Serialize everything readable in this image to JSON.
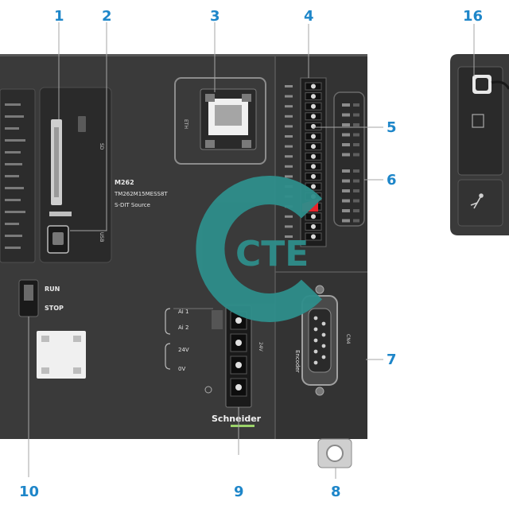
{
  "callouts": [
    "1",
    "2",
    "3",
    "4",
    "5",
    "6",
    "7",
    "8",
    "9",
    "10",
    "16"
  ],
  "device": {
    "model": "M262",
    "part_numbers": "TM262M15MESS8T",
    "io_type": "S-DIT Source",
    "run_label": "RUN",
    "stop_label": "STOP",
    "power_terminals": [
      "Ai 1",
      "Ai 2",
      "24V",
      "0V"
    ],
    "encoder_label": "Encoder",
    "brand": "Schneider"
  },
  "watermark": "CTE",
  "colors": {
    "device_body": "#3c3c3c",
    "callout": "#1e86c9",
    "watermark": "#2e8e8b",
    "status_red": "#e8242b"
  },
  "icons": [
    "usb-icon"
  ]
}
